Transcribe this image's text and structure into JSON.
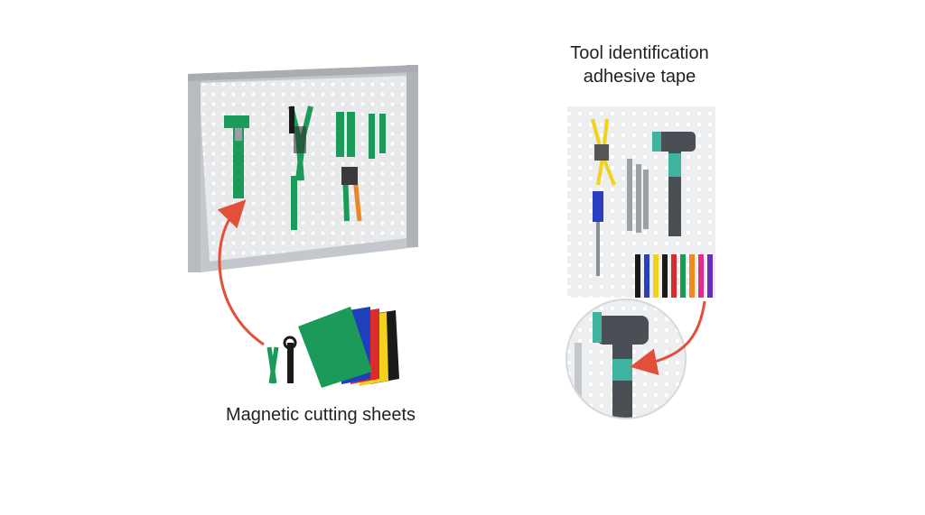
{
  "captions": {
    "magnetic_sheets": "Magnetic cutting sheets",
    "tape_line1": "Tool identification",
    "tape_line2": "adhesive tape"
  },
  "colors": {
    "arrow": "#e2503a",
    "board": "#e4e6e8",
    "frame": "#b8bcc0",
    "tool_green": "#1c9a5a",
    "tape_teal": "#3fb3a0",
    "sheet_green": "#1c9a5a",
    "sheet_blue": "#1f3fbf",
    "sheet_red": "#d92c2c",
    "sheet_yellow": "#f2d21c",
    "sheet_black": "#1a1a1a"
  },
  "tape_colors": [
    "#1a1a1a",
    "#2a3fbf",
    "#f2d21c",
    "#1a1a1a",
    "#d92c2c",
    "#1c9a5a",
    "#f08a1c",
    "#e02c8a",
    "#6a2cbf"
  ],
  "icons": [
    "pegboard-illustration",
    "magnetic-sheets-illustration",
    "tape-pegboard-illustration",
    "zoom-circle-illustration",
    "curved-arrow-icon"
  ]
}
